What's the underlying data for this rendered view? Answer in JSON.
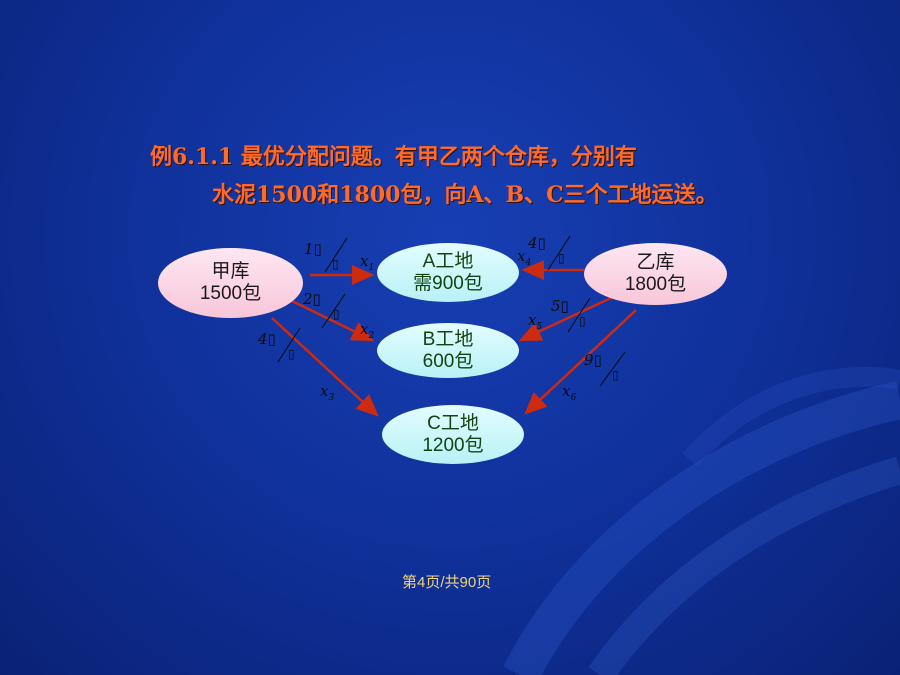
{
  "title": {
    "line1": "例6.1.1  最优分配问题。有甲乙两个仓库，分别有",
    "line2": "水泥1500和1800包，向A、B、C三个工地运送。"
  },
  "warehouses": [
    {
      "id": "jia",
      "name": "甲库",
      "amount": "1500包"
    },
    {
      "id": "yi",
      "name": "乙库",
      "amount": "1800包"
    }
  ],
  "sites": [
    {
      "id": "A",
      "name": "A工地",
      "demand": "需900包"
    },
    {
      "id": "B",
      "name": "B工地",
      "demand": "600包"
    },
    {
      "id": "C",
      "name": "C工地",
      "demand": "1200包"
    }
  ],
  "routes": [
    {
      "var": "x",
      "sub": "1",
      "cost": "1▯",
      "unit": "▯"
    },
    {
      "var": "x",
      "sub": "2",
      "cost": "2▯",
      "unit": "▯"
    },
    {
      "var": "x",
      "sub": "3",
      "cost": "4▯",
      "unit": "▯"
    },
    {
      "var": "x",
      "sub": "4",
      "cost": "4▯",
      "unit": "▯"
    },
    {
      "var": "x",
      "sub": "5",
      "cost": "5▯",
      "unit": "▯"
    },
    {
      "var": "x",
      "sub": "6",
      "cost": "9▯",
      "unit": "▯"
    }
  ],
  "footer": "第4页/共90页",
  "colors": {
    "title": "#ff6a2a",
    "arrow": "#cc2b10",
    "background": "#123aa8",
    "footer": "#f0d480"
  }
}
